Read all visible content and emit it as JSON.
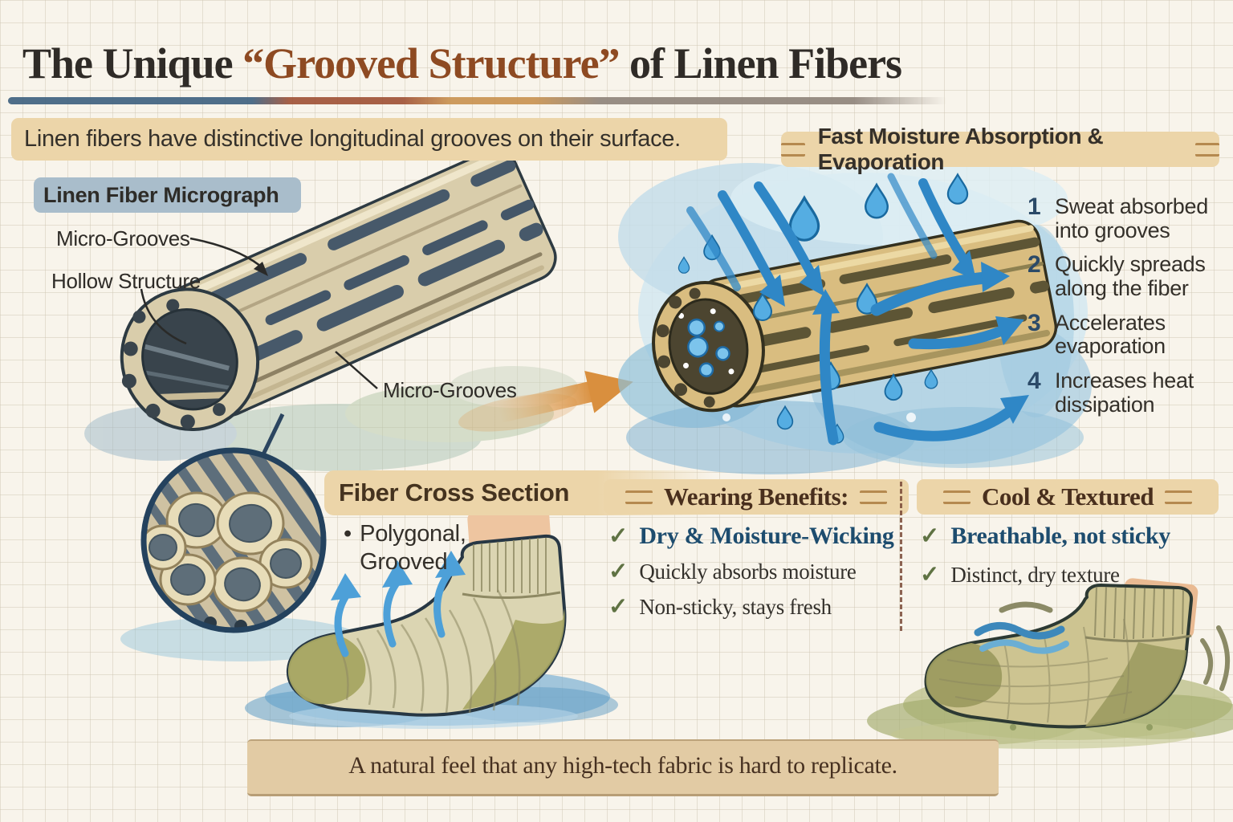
{
  "title": {
    "prefix": "The Unique ",
    "accent": "“Grooved Structure”",
    "suffix": " of Linen Fibers"
  },
  "subtitle": "Linen fibers have distinctive longitudinal grooves on their surface.",
  "micrograph": {
    "heading": "Linen Fiber Micrograph",
    "label_micro_grooves_top": "Micro-Grooves",
    "label_hollow_structure": "Hollow Structure",
    "label_micro_grooves_side": "Micro-Grooves"
  },
  "moisture": {
    "heading": "Fast Moisture Absorption & Evaporation",
    "steps": [
      {
        "num": "1",
        "text": "Sweat absorbed into grooves"
      },
      {
        "num": "2",
        "text": "Quickly spreads along the fiber"
      },
      {
        "num": "3",
        "text": "Accelerates evaporation"
      },
      {
        "num": "4",
        "text": "Increases heat dissipation"
      }
    ]
  },
  "cross_section": {
    "heading": "Fiber Cross Section",
    "bullet_marker": "•",
    "bullet_line1": "Polygonal,",
    "bullet_line2": "Grooved"
  },
  "glyphs": {
    "check": "✓"
  },
  "wearing_benefits": {
    "heading": "Wearing Benefits:",
    "items": [
      {
        "text": "Dry & Moisture-Wicking"
      },
      {
        "text": "Quickly absorbs moisture"
      },
      {
        "text": "Non-sticky, stays fresh"
      }
    ]
  },
  "cool_textured": {
    "heading": "Cool & Textured",
    "items": [
      {
        "text": "Breathable, not sticky"
      },
      {
        "text": "Distinct, dry texture"
      }
    ]
  },
  "footer": "A natural feel that any high-tech fabric is hard to replicate.",
  "colors": {
    "background": "#f8f4eb",
    "grid_line": "#e6dfd0",
    "title_text": "#2f2b27",
    "title_accent": "#8e4a22",
    "underline_blue": "#3c5f7e",
    "underline_rust": "#9e4f33",
    "underline_gold": "#c8914e",
    "underline_gray": "#8d8279",
    "highlight_tan": "#ecd5a9",
    "highlight_blue_gray": "#a9bdcb",
    "heading_brown": "#45331f",
    "body_text": "#34302a",
    "benefit_blue": "#1d4c6e",
    "step_number_navy": "#2b4a68",
    "check_green": "#5f7243",
    "arrow_blue": "#2f87c6",
    "arrow_orange": "#d98f3e",
    "fiber_tan": "#d9cdab",
    "fiber_groove_slate": "#47596a",
    "fiber_gold": "#d9bd80",
    "sock_beige": "#dbd5b2",
    "sock_olive": "#a6a562",
    "footer_band": "#e2cba4"
  }
}
